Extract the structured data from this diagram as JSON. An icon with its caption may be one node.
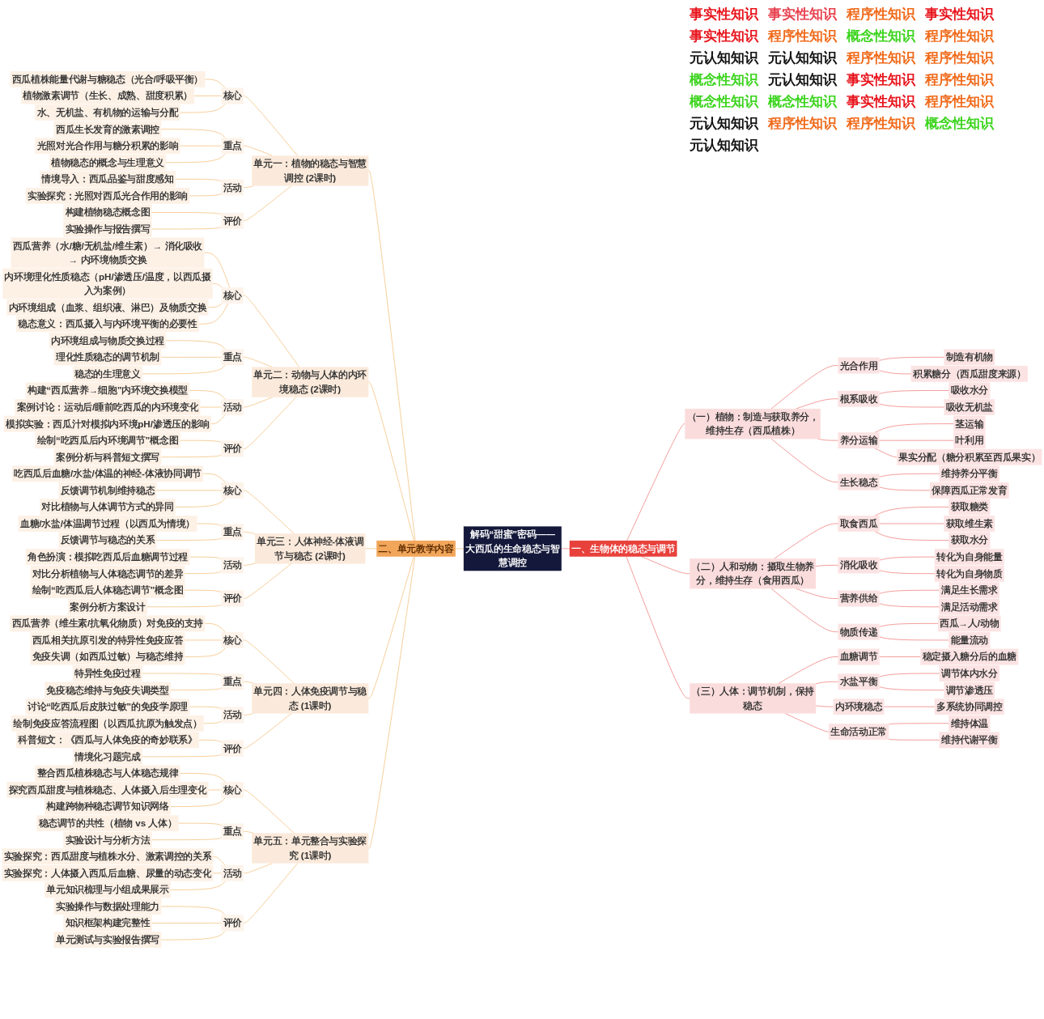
{
  "diagram": {
    "nodes": [
      {
        "text": [
          "解码“甜蜜”密码——大西瓜的生命稳态与智慧调控"
        ]
      },
      {
        "text": [
          "一、生物体的稳态与调节"
        ]
      },
      {
        "text": [
          "（一）植物：制造与获取养分，维持生存（西瓜植株）"
        ]
      },
      {
        "text": [
          "光合作用"
        ]
      },
      {
        "text": [
          "制造有机物"
        ]
      },
      {
        "text": [
          "积累糖分（西瓜甜度来源）"
        ]
      },
      {
        "text": [
          "根系吸收"
        ]
      },
      {
        "text": [
          "吸收水分"
        ]
      },
      {
        "text": [
          "吸收无机盐"
        ]
      },
      {
        "text": [
          "养分运输"
        ]
      },
      {
        "text": [
          "茎运输"
        ]
      },
      {
        "text": [
          "叶利用"
        ]
      },
      {
        "text": [
          "果实分配（糖分积累至西瓜果实）"
        ]
      },
      {
        "text": [
          "生长稳态"
        ]
      },
      {
        "text": [
          "维持养分平衡"
        ]
      },
      {
        "text": [
          "保障西瓜正常发育"
        ]
      },
      {
        "text": [
          "（二）人和动物：摄取生物养分，维持生存（食用西瓜）"
        ]
      },
      {
        "text": [
          "取食西瓜"
        ]
      },
      {
        "text": [
          "获取糖类"
        ]
      },
      {
        "text": [
          "获取维生素"
        ]
      },
      {
        "text": [
          "获取水分"
        ]
      },
      {
        "text": [
          "消化吸收"
        ]
      },
      {
        "text": [
          "转化为自身能量"
        ]
      },
      {
        "text": [
          "转化为自身物质"
        ]
      },
      {
        "text": [
          "营养供给"
        ]
      },
      {
        "text": [
          "满足生长需求"
        ]
      },
      {
        "text": [
          "满足活动需求"
        ]
      },
      {
        "text": [
          "物质传递"
        ]
      },
      {
        "text": [
          "西瓜→人/动物"
        ]
      },
      {
        "text": [
          "能量流动"
        ]
      },
      {
        "text": [
          "（三）人体：调节机制，保持稳态"
        ]
      },
      {
        "text": [
          "血糖调节"
        ]
      },
      {
        "text": [
          "稳定摄入糖分后的血糖"
        ]
      },
      {
        "text": [
          "水盐平衡"
        ]
      },
      {
        "text": [
          "调节体内水分"
        ]
      },
      {
        "text": [
          "调节渗透压"
        ]
      },
      {
        "text": [
          "内环境稳态"
        ]
      },
      {
        "text": [
          "多系统协同调控"
        ]
      },
      {
        "text": [
          "生命活动正常"
        ]
      },
      {
        "text": [
          "维持体温"
        ]
      },
      {
        "text": [
          "维持代谢平衡"
        ]
      },
      {
        "text": [
          "二、单元教学内容"
        ]
      },
      {
        "text": [
          "单元一：植物的稳态与智慧调控 (2课时)"
        ]
      },
      {
        "text": [
          "核心"
        ]
      },
      {
        "text": [
          "西瓜植株能量代谢与糖稳态（光合/呼吸平衡）"
        ]
      },
      {
        "text": [
          "植物激素调节（生长、成熟、甜度积累）"
        ]
      },
      {
        "text": [
          "水、无机盐、有机物的运输与分配"
        ]
      },
      {
        "text": [
          "重点"
        ]
      },
      {
        "text": [
          "西瓜生长发育的激素调控"
        ]
      },
      {
        "text": [
          "光照对光合作用与糖分积累的影响"
        ]
      },
      {
        "text": [
          "植物稳态的概念与生理意义"
        ]
      },
      {
        "text": [
          "活动"
        ]
      },
      {
        "text": [
          "情境导入：西瓜品鉴与甜度感知"
        ]
      },
      {
        "text": [
          "实验探究：光照对西瓜光合作用的影响"
        ]
      },
      {
        "text": [
          "评价"
        ]
      },
      {
        "text": [
          "构建植物稳态概念图"
        ]
      },
      {
        "text": [
          "实验操作与报告撰写"
        ]
      },
      {
        "text": [
          "单元二：动物与人体的内环境稳态 (2课时)"
        ]
      },
      {
        "text": [
          "核心"
        ]
      },
      {
        "text": [
          "西瓜营养（水/糖/无机盐/维生素）→ 消化吸收 → 内环境物质交换"
        ]
      },
      {
        "text": [
          "内环境理化性质稳态（pH/渗透压/温度，以西瓜摄入为案例）"
        ]
      },
      {
        "text": [
          "内环境组成（血浆、组织液、淋巴）及物质交换"
        ]
      },
      {
        "text": [
          "稳态意义：西瓜摄入与内环境平衡的必要性"
        ]
      },
      {
        "text": [
          "重点"
        ]
      },
      {
        "text": [
          "内环境组成与物质交换过程"
        ]
      },
      {
        "text": [
          "理化性质稳态的调节机制"
        ]
      },
      {
        "text": [
          "稳态的生理意义"
        ]
      },
      {
        "text": [
          "活动"
        ]
      },
      {
        "text": [
          "构建“西瓜营养→细胞”内环境交换模型"
        ]
      },
      {
        "text": [
          "案例讨论：运动后/睡前吃西瓜的内环境变化"
        ]
      },
      {
        "text": [
          "模拟实验：西瓜汁对模拟内环境pH/渗透压的影响"
        ]
      },
      {
        "text": [
          "评价"
        ]
      },
      {
        "text": [
          "绘制“吃西瓜后内环境调节”概念图"
        ]
      },
      {
        "text": [
          "案例分析与科普短文撰写"
        ]
      },
      {
        "text": [
          "单元三：人体神经-体液调节与稳态 (2课时)"
        ]
      },
      {
        "text": [
          "核心"
        ]
      },
      {
        "text": [
          "吃西瓜后血糖/水盐/体温的神经-体液协同调节"
        ]
      },
      {
        "text": [
          "反馈调节机制维持稳态"
        ]
      },
      {
        "text": [
          "对比植物与人体调节方式的异同"
        ]
      },
      {
        "text": [
          "重点"
        ]
      },
      {
        "text": [
          "血糖/水盐/体温调节过程（以西瓜为情境）"
        ]
      },
      {
        "text": [
          "反馈调节与稳态的关系"
        ]
      },
      {
        "text": [
          "活动"
        ]
      },
      {
        "text": [
          "角色扮演：模拟吃西瓜后血糖调节过程"
        ]
      },
      {
        "text": [
          "对比分析植物与人体稳态调节的差异"
        ]
      },
      {
        "text": [
          "评价"
        ]
      },
      {
        "text": [
          "绘制“吃西瓜后人体稳态调节”概念图"
        ]
      },
      {
        "text": [
          "案例分析方案设计"
        ]
      },
      {
        "text": [
          "单元四：人体免疫调节与稳态 (1课时)"
        ]
      },
      {
        "text": [
          "核心"
        ]
      },
      {
        "text": [
          "西瓜营养（维生素/抗氧化物质）对免疫的支持"
        ]
      },
      {
        "text": [
          "西瓜相关抗原引发的特异性免疫应答"
        ]
      },
      {
        "text": [
          "免疫失调（如西瓜过敏）与稳态维持"
        ]
      },
      {
        "text": [
          "重点"
        ]
      },
      {
        "text": [
          "特异性免疫过程"
        ]
      },
      {
        "text": [
          "免疫稳态维持与免疫失调类型"
        ]
      },
      {
        "text": [
          "活动"
        ]
      },
      {
        "text": [
          "讨论“吃西瓜后皮肤过敏”的免疫学原理"
        ]
      },
      {
        "text": [
          "绘制免疫应答流程图（以西瓜抗原为触发点）"
        ]
      },
      {
        "text": [
          "评价"
        ]
      },
      {
        "text": [
          "科普短文：《西瓜与人体免疫的奇妙联系》"
        ]
      },
      {
        "text": [
          "情境化习题完成"
        ]
      },
      {
        "text": [
          "单元五：单元整合与实验探究 (1课时)"
        ]
      },
      {
        "text": [
          "核心"
        ]
      },
      {
        "text": [
          "整合西瓜植株稳态与人体稳态规律"
        ]
      },
      {
        "text": [
          "探究西瓜甜度与植株稳态、人体摄入后生理变化"
        ]
      },
      {
        "text": [
          "构建跨物种稳态调节知识网络"
        ]
      },
      {
        "text": [
          "重点"
        ]
      },
      {
        "text": [
          "稳态调节的共性（植物 vs 人体）"
        ]
      },
      {
        "text": [
          "实验设计与分析方法"
        ]
      },
      {
        "text": [
          "活动"
        ]
      },
      {
        "text": [
          "实验探究：西瓜甜度与植株水分、激素调控的关系"
        ]
      },
      {
        "text": [
          "实验探究：人体摄入西瓜后血糖、尿量的动态变化"
        ]
      },
      {
        "text": [
          "单元知识梳理与小组成果展示"
        ]
      },
      {
        "text": [
          "评价"
        ]
      },
      {
        "text": [
          "实验操作与数据处理能力"
        ]
      },
      {
        "text": [
          "知识框架构建完整性"
        ]
      },
      {
        "text": [
          "单元测试与实验报告撰写"
        ]
      }
    ],
    "edges": [
      {
        "from": 0,
        "to": 1,
        "arrow": "none",
        "color": "#e8413c"
      },
      {
        "from": 1,
        "to": 2,
        "arrow": "none",
        "color": "#e8413c"
      },
      {
        "from": 2,
        "to": 3,
        "arrow": "none",
        "color": "#e8413c"
      },
      {
        "from": 3,
        "to": 4,
        "arrow": "none",
        "color": "#e8413c"
      },
      {
        "from": 3,
        "to": 5,
        "arrow": "none",
        "color": "#e8413c"
      },
      {
        "from": 2,
        "to": 6,
        "arrow": "none",
        "color": "#e8413c"
      },
      {
        "from": 6,
        "to": 7,
        "arrow": "none",
        "color": "#e8413c"
      },
      {
        "from": 6,
        "to": 8,
        "arrow": "none",
        "color": "#e8413c"
      },
      {
        "from": 2,
        "to": 9,
        "arrow": "none",
        "color": "#e8413c"
      },
      {
        "from": 9,
        "to": 10,
        "arrow": "none",
        "color": "#e8413c"
      },
      {
        "from": 9,
        "to": 11,
        "arrow": "none",
        "color": "#e8413c"
      },
      {
        "from": 9,
        "to": 12,
        "arrow": "none",
        "color": "#e8413c"
      },
      {
        "from": 2,
        "to": 13,
        "arrow": "none",
        "color": "#e8413c"
      },
      {
        "from": 13,
        "to": 14,
        "arrow": "none",
        "color": "#e8413c"
      },
      {
        "from": 13,
        "to": 15,
        "arrow": "none",
        "color": "#e8413c"
      },
      {
        "from": 1,
        "to": 16,
        "arrow": "none",
        "color": "#e8413c"
      },
      {
        "from": 16,
        "to": 17,
        "arrow": "none",
        "color": "#e8413c"
      },
      {
        "from": 17,
        "to": 18,
        "arrow": "none",
        "color": "#e8413c"
      },
      {
        "from": 17,
        "to": 19,
        "arrow": "none",
        "color": "#e8413c"
      },
      {
        "from": 17,
        "to": 20,
        "arrow": "none",
        "color": "#e8413c"
      },
      {
        "from": 16,
        "to": 21,
        "arrow": "none",
        "color": "#e8413c"
      },
      {
        "from": 21,
        "to": 22,
        "arrow": "none",
        "color": "#e8413c"
      },
      {
        "from": 21,
        "to": 23,
        "arrow": "none",
        "color": "#e8413c"
      },
      {
        "from": 16,
        "to": 24,
        "arrow": "none",
        "color": "#e8413c"
      },
      {
        "from": 24,
        "to": 25,
        "arrow": "none",
        "color": "#e8413c"
      },
      {
        "from": 24,
        "to": 26,
        "arrow": "none",
        "color": "#e8413c"
      },
      {
        "from": 16,
        "to": 27,
        "arrow": "none",
        "color": "#e8413c"
      },
      {
        "from": 27,
        "to": 28,
        "arrow": "none",
        "color": "#e8413c"
      },
      {
        "from": 27,
        "to": 29,
        "arrow": "none",
        "color": "#e8413c"
      },
      {
        "from": 1,
        "to": 30,
        "arrow": "none",
        "color": "#e8413c"
      },
      {
        "from": 30,
        "to": 31,
        "arrow": "none",
        "color": "#e8413c"
      },
      {
        "from": 31,
        "to": 32,
        "arrow": "none",
        "color": "#e8413c"
      },
      {
        "from": 30,
        "to": 33,
        "arrow": "none",
        "color": "#e8413c"
      },
      {
        "from": 33,
        "to": 34,
        "arrow": "none",
        "color": "#e8413c"
      },
      {
        "from": 33,
        "to": 35,
        "arrow": "none",
        "color": "#e8413c"
      },
      {
        "from": 30,
        "to": 36,
        "arrow": "none",
        "color": "#e8413c"
      },
      {
        "from": 36,
        "to": 37,
        "arrow": "none",
        "color": "#e8413c"
      },
      {
        "from": 30,
        "to": 38,
        "arrow": "none",
        "color": "#e8413c"
      },
      {
        "from": 38,
        "to": 39,
        "arrow": "none",
        "color": "#e8413c"
      },
      {
        "from": 38,
        "to": 40,
        "arrow": "none",
        "color": "#e8413c"
      },
      {
        "from": 41,
        "to": 0,
        "arrow": "none"
      },
      {
        "from": 42,
        "to": 41,
        "arrow": "none"
      },
      {
        "from": 43,
        "to": 42,
        "arrow": "none"
      },
      {
        "from": 44,
        "to": 43,
        "arrow": "none"
      },
      {
        "from": 45,
        "to": 43,
        "arrow": "none"
      },
      {
        "from": 46,
        "to": 43,
        "arrow": "none"
      },
      {
        "from": 47,
        "to": 42,
        "arrow": "none"
      },
      {
        "from": 48,
        "to": 47,
        "arrow": "none"
      },
      {
        "from": 49,
        "to": 47,
        "arrow": "none"
      },
      {
        "from": 50,
        "to": 47,
        "arrow": "none"
      },
      {
        "from": 51,
        "to": 42,
        "arrow": "none"
      },
      {
        "from": 52,
        "to": 51,
        "arrow": "none"
      },
      {
        "from": 53,
        "to": 51,
        "arrow": "none"
      },
      {
        "from": 54,
        "to": 42,
        "arrow": "none"
      },
      {
        "from": 55,
        "to": 54,
        "arrow": "none"
      },
      {
        "from": 56,
        "to": 54,
        "arrow": "none"
      },
      {
        "from": 57,
        "to": 41,
        "arrow": "none"
      },
      {
        "from": 58,
        "to": 57,
        "arrow": "none"
      },
      {
        "from": 59,
        "to": 58,
        "arrow": "none"
      },
      {
        "from": 60,
        "to": 58,
        "arrow": "none"
      },
      {
        "from": 61,
        "to": 58,
        "arrow": "none"
      },
      {
        "from": 62,
        "to": 58,
        "arrow": "none"
      },
      {
        "from": 63,
        "to": 57,
        "arrow": "none"
      },
      {
        "from": 64,
        "to": 63,
        "arrow": "none"
      },
      {
        "from": 65,
        "to": 63,
        "arrow": "none"
      },
      {
        "from": 66,
        "to": 63,
        "arrow": "none"
      },
      {
        "from": 67,
        "to": 57,
        "arrow": "none"
      },
      {
        "from": 68,
        "to": 67,
        "arrow": "none"
      },
      {
        "from": 69,
        "to": 67,
        "arrow": "none"
      },
      {
        "from": 70,
        "to": 67,
        "arrow": "none"
      },
      {
        "from": 71,
        "to": 57,
        "arrow": "none"
      },
      {
        "from": 72,
        "to": 71,
        "arrow": "none"
      },
      {
        "from": 73,
        "to": 71,
        "arrow": "none"
      },
      {
        "from": 74,
        "to": 41,
        "arrow": "none"
      },
      {
        "from": 75,
        "to": 74,
        "arrow": "none"
      },
      {
        "from": 76,
        "to": 75,
        "arrow": "none"
      },
      {
        "from": 77,
        "to": 75,
        "arrow": "none"
      },
      {
        "from": 78,
        "to": 75,
        "arrow": "none"
      },
      {
        "from": 79,
        "to": 74,
        "arrow": "none"
      },
      {
        "from": 80,
        "to": 79,
        "arrow": "none"
      },
      {
        "from": 81,
        "to": 79,
        "arrow": "none"
      },
      {
        "from": 82,
        "to": 74,
        "arrow": "none"
      },
      {
        "from": 83,
        "to": 82,
        "arrow": "none"
      },
      {
        "from": 84,
        "to": 82,
        "arrow": "none"
      },
      {
        "from": 85,
        "to": 74,
        "arrow": "none"
      },
      {
        "from": 86,
        "to": 85,
        "arrow": "none"
      },
      {
        "from": 87,
        "to": 85,
        "arrow": "none"
      },
      {
        "from": 88,
        "to": 41,
        "arrow": "none"
      },
      {
        "from": 89,
        "to": 88,
        "arrow": "none"
      },
      {
        "from": 90,
        "to": 89,
        "arrow": "none"
      },
      {
        "from": 91,
        "to": 89,
        "arrow": "none"
      },
      {
        "from": 92,
        "to": 89,
        "arrow": "none"
      },
      {
        "from": 93,
        "to": 88,
        "arrow": "none"
      },
      {
        "from": 94,
        "to": 93,
        "arrow": "none"
      },
      {
        "from": 95,
        "to": 93,
        "arrow": "none"
      },
      {
        "from": 96,
        "to": 88,
        "arrow": "none"
      },
      {
        "from": 97,
        "to": 96,
        "arrow": "none"
      },
      {
        "from": 98,
        "to": 96,
        "arrow": "none"
      },
      {
        "from": 99,
        "to": 88,
        "arrow": "none"
      },
      {
        "from": 100,
        "to": 99,
        "arrow": "none"
      },
      {
        "from": 101,
        "to": 99,
        "arrow": "none"
      },
      {
        "from": 102,
        "to": 41,
        "arrow": "none"
      },
      {
        "from": 103,
        "to": 102,
        "arrow": "none"
      },
      {
        "from": 104,
        "to": 103,
        "arrow": "none"
      },
      {
        "from": 105,
        "to": 103,
        "arrow": "none"
      },
      {
        "from": 106,
        "to": 103,
        "arrow": "none"
      },
      {
        "from": 107,
        "to": 102,
        "arrow": "none"
      },
      {
        "from": 108,
        "to": 107,
        "arrow": "none"
      },
      {
        "from": 109,
        "to": 107,
        "arrow": "none"
      },
      {
        "from": 110,
        "to": 102,
        "arrow": "none"
      },
      {
        "from": 111,
        "to": 110,
        "arrow": "none"
      },
      {
        "from": 112,
        "to": 110,
        "arrow": "none"
      },
      {
        "from": 113,
        "to": 110,
        "arrow": "none"
      },
      {
        "from": 114,
        "to": 102,
        "arrow": "none"
      },
      {
        "from": 115,
        "to": 114,
        "arrow": "none"
      },
      {
        "from": 116,
        "to": 114,
        "arrow": "none"
      },
      {
        "from": 117,
        "to": 114,
        "arrow": "none"
      }
    ],
    "labels": [
      "事实性知识",
      "事实性知识",
      "程序性知识",
      "事实性知识",
      "事实性知识",
      "程序性知识",
      "概念性知识",
      "程序性知识",
      "元认知知识",
      "元认知知识",
      "程序性知识",
      "程序性知识",
      "概念性知识",
      "元认知知识",
      "事实性知识",
      "程序性知识",
      "概念性知识",
      "概念性知识",
      "事实性知识",
      "程序性知识",
      "元认知知识",
      "程序性知识",
      "程序性知识",
      "概念性知识",
      "元认知知识"
    ]
  }
}
